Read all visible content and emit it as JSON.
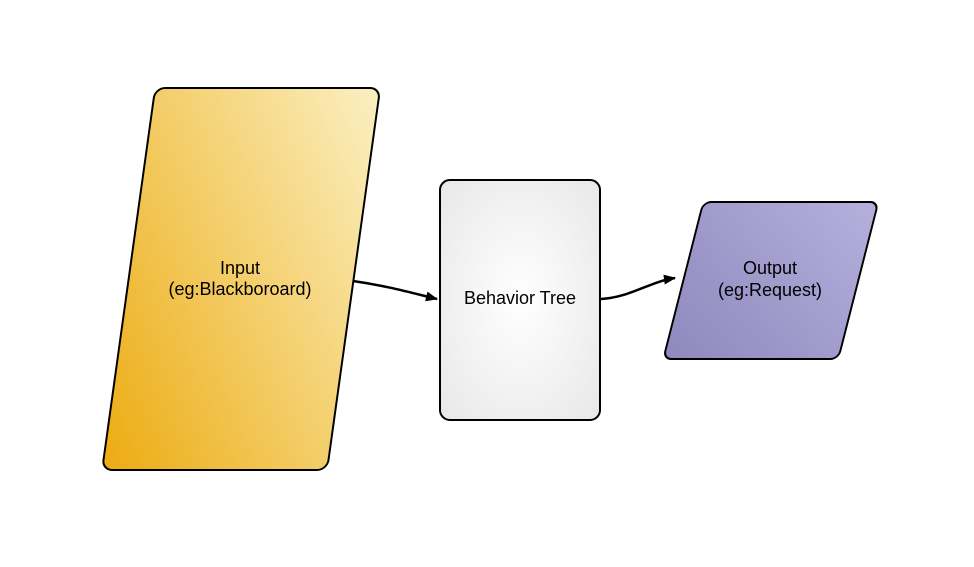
{
  "diagram": {
    "background_color": "#ffffff",
    "stroke_color": "#000000",
    "arrow_color": "#000000",
    "nodes": {
      "input": {
        "shape": "parallelogram",
        "line1": "Input",
        "line2": "(eg:Blackboroard)",
        "fill_dark": "#ECAB10",
        "fill_light": "#FBF0C3",
        "stroke": "#000000"
      },
      "behavior_tree": {
        "shape": "rounded-rectangle",
        "label": "Behavior Tree",
        "fill_center": "#FFFFFF",
        "fill_edge": "#E7E7E7",
        "stroke": "#000000"
      },
      "output": {
        "shape": "parallelogram",
        "line1": "Output",
        "line2": "(eg:Request)",
        "fill_dark": "#8E88BD",
        "fill_light": "#B5B0DC",
        "stroke": "#000000"
      }
    },
    "edges": [
      {
        "from": "Input (eg:Blackboroard)",
        "to": "Behavior Tree"
      },
      {
        "from": "Behavior Tree",
        "to": "Output (eg:Request)"
      }
    ]
  }
}
